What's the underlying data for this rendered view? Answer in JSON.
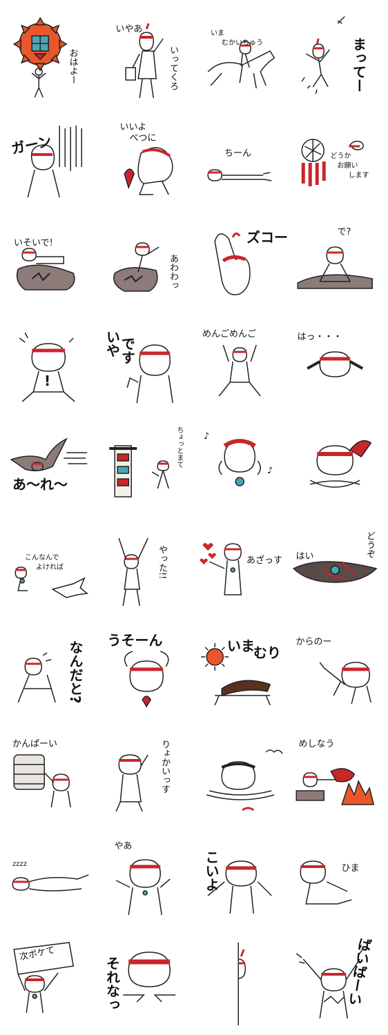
{
  "stickers": [
    {
      "id": 1,
      "texts": [
        "おはよー"
      ]
    },
    {
      "id": 2,
      "texts": [
        "いやあ",
        "いってくろ"
      ]
    },
    {
      "id": 3,
      "texts": [
        "いま",
        "むかいちゅう"
      ]
    },
    {
      "id": 4,
      "texts": [
        "まってー"
      ]
    },
    {
      "id": 5,
      "texts": [
        "ガーン"
      ]
    },
    {
      "id": 6,
      "texts": [
        "いいよ",
        "べつに"
      ]
    },
    {
      "id": 7,
      "texts": [
        "ちーん"
      ]
    },
    {
      "id": 8,
      "texts": [
        "どうか",
        "お願い",
        "します"
      ]
    },
    {
      "id": 9,
      "texts": [
        "いそいで!"
      ]
    },
    {
      "id": 10,
      "texts": [
        "あわわっ"
      ]
    },
    {
      "id": 11,
      "texts": [
        "ズコー"
      ]
    },
    {
      "id": 12,
      "texts": [
        "で?"
      ]
    },
    {
      "id": 13,
      "texts": [
        "!"
      ]
    },
    {
      "id": 14,
      "texts": [
        "いや",
        "です"
      ]
    },
    {
      "id": 15,
      "texts": [
        "めんごめんご"
      ]
    },
    {
      "id": 16,
      "texts": [
        "はっ・・・"
      ]
    },
    {
      "id": 17,
      "texts": [
        "あ～れ～"
      ]
    },
    {
      "id": 18,
      "texts": [
        "ちょっとまて"
      ]
    },
    {
      "id": 19,
      "texts": [
        "♪",
        "♪"
      ]
    },
    {
      "id": 20,
      "texts": []
    },
    {
      "id": 21,
      "texts": [
        "こんなんで",
        "よければ"
      ]
    },
    {
      "id": 22,
      "texts": [
        "やった!!"
      ]
    },
    {
      "id": 23,
      "texts": [
        "あざっす"
      ]
    },
    {
      "id": 24,
      "texts": [
        "はい",
        "どうぞ"
      ]
    },
    {
      "id": 25,
      "texts": [
        "なんだと?"
      ]
    },
    {
      "id": 26,
      "texts": [
        "うそーん"
      ]
    },
    {
      "id": 27,
      "texts": [
        "いま",
        "むり"
      ]
    },
    {
      "id": 28,
      "texts": [
        "からのー"
      ]
    },
    {
      "id": 29,
      "texts": [
        "かんぱーい"
      ]
    },
    {
      "id": 30,
      "texts": [
        "りょかいっす"
      ]
    },
    {
      "id": 31,
      "texts": []
    },
    {
      "id": 32,
      "texts": [
        "めしなう"
      ]
    },
    {
      "id": 33,
      "texts": [
        "zzzz"
      ]
    },
    {
      "id": 34,
      "texts": [
        "やあ"
      ]
    },
    {
      "id": 35,
      "texts": [
        "こいよ"
      ]
    },
    {
      "id": 36,
      "texts": [
        "ひま"
      ]
    },
    {
      "id": 37,
      "texts": [
        "次ボケて"
      ]
    },
    {
      "id": 38,
      "texts": [
        "それなっ"
      ]
    },
    {
      "id": 39,
      "texts": []
    },
    {
      "id": 40,
      "texts": [
        "ばいばーい"
      ]
    }
  ],
  "colors": {
    "red": "#c8262b",
    "line": "#222222",
    "gray": "#8c7b78",
    "orange": "#e8572a",
    "sun": "#f0a020"
  }
}
